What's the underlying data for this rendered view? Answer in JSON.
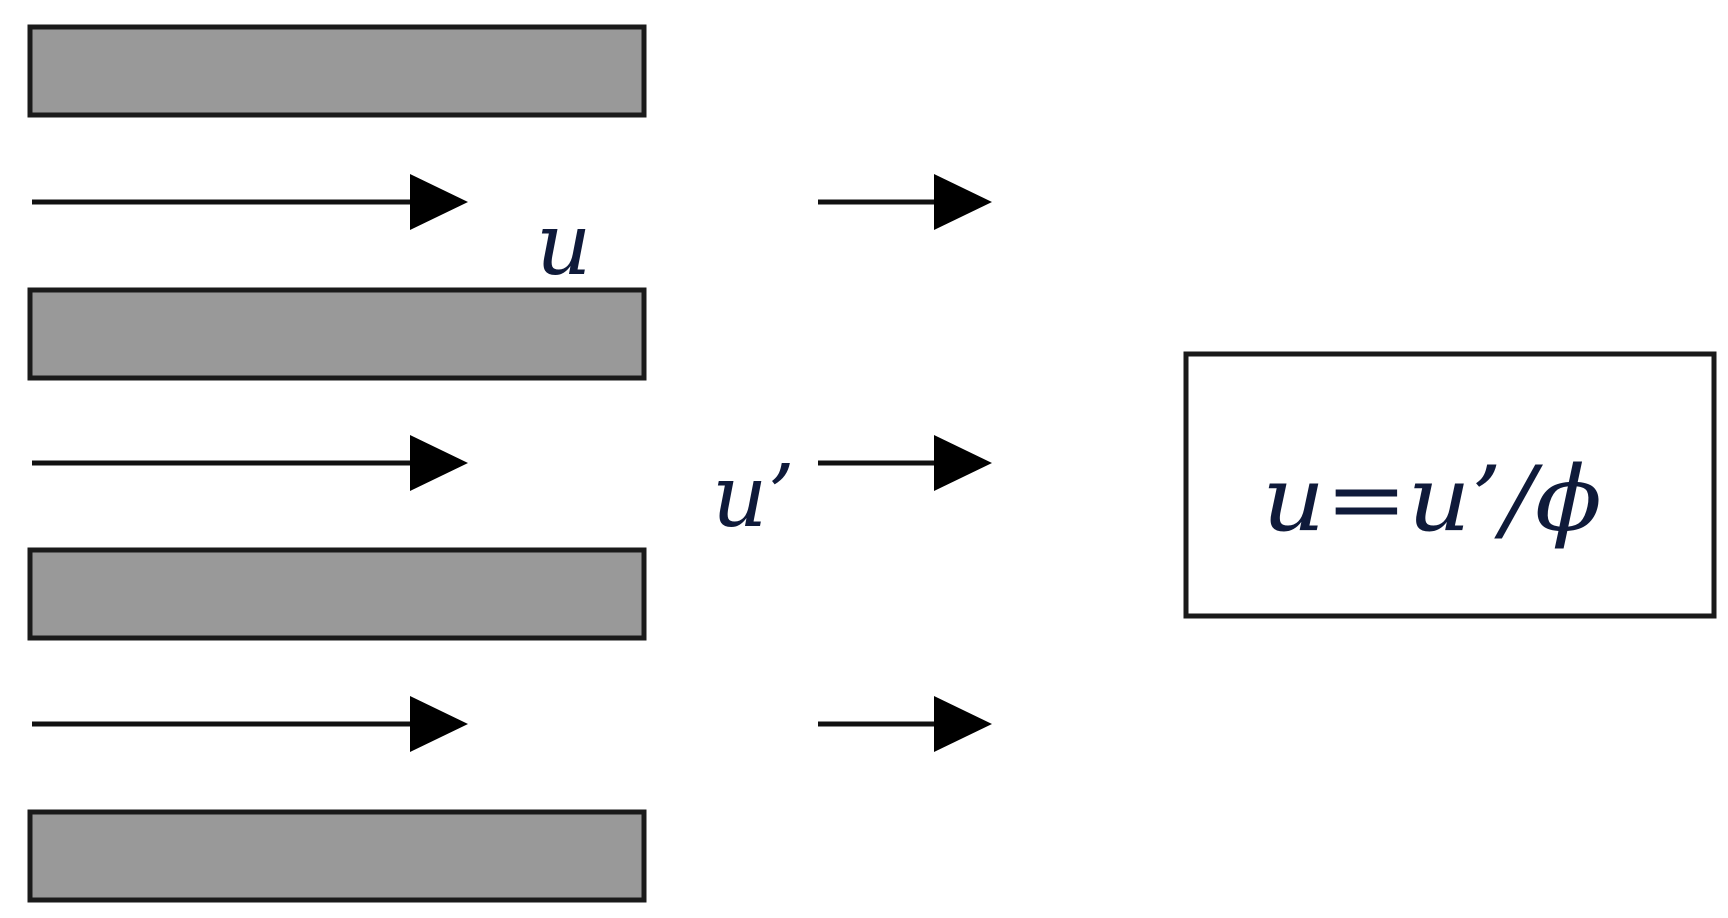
{
  "diagram": {
    "pore_velocity_label": "u",
    "darcy_velocity_label": "u’",
    "relation": "u=u’/ϕ",
    "plate_count": 4,
    "channel_arrow_count": 3,
    "outflow_arrow_count": 3
  },
  "colors": {
    "plate_fill": "#999999",
    "outline": "#1a1a1a",
    "arrow": "#000000",
    "text": "#0f1a3a"
  }
}
